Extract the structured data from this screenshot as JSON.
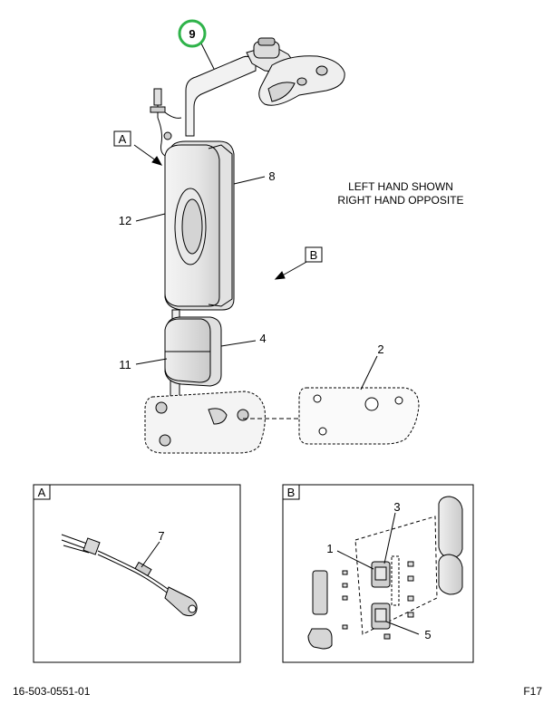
{
  "callouts": {
    "c9": "9",
    "c8": "8",
    "c12": "12",
    "c11": "11",
    "c4": "4",
    "c2": "2",
    "c7": "7",
    "c3": "3",
    "c1": "1",
    "c5": "5"
  },
  "view_refs": {
    "a": "A",
    "b": "B"
  },
  "note": {
    "line1": "LEFT HAND SHOWN",
    "line2": "RIGHT HAND OPPOSITE"
  },
  "detail_views": {
    "a_label": "A",
    "b_label": "B"
  },
  "footer": {
    "drawing_number": "16-503-0551-01",
    "sheet": "F17"
  },
  "colors": {
    "highlight_ring": "#2fb34a",
    "line": "#000000",
    "part_fill": "#ffffff",
    "shade": "#d9d9d9"
  }
}
